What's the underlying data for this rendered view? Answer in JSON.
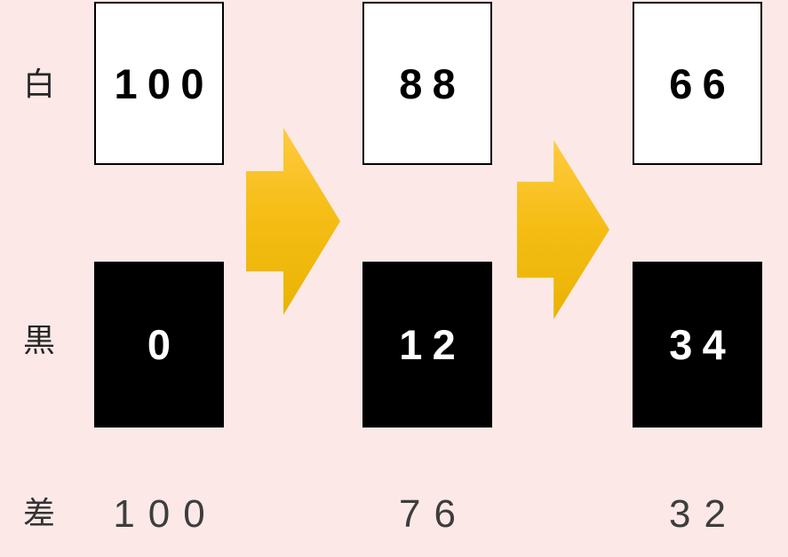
{
  "labels": {
    "white": "白",
    "black": "黒",
    "diff": "差"
  },
  "columns": [
    {
      "white": "100",
      "black": "0",
      "diff": "100"
    },
    {
      "white": "88",
      "black": "12",
      "diff": "76"
    },
    {
      "white": "66",
      "black": "34",
      "diff": "32"
    }
  ],
  "icons": {
    "arrow": "right-block-arrow"
  },
  "colors": {
    "background": "#fce9e7",
    "arrow_top": "#ffca40",
    "arrow_bottom": "#e9b303",
    "white_box_bg": "#ffffff",
    "white_box_border": "#000000",
    "black_box_bg": "#000000",
    "diff_text": "#3d3d3d"
  }
}
